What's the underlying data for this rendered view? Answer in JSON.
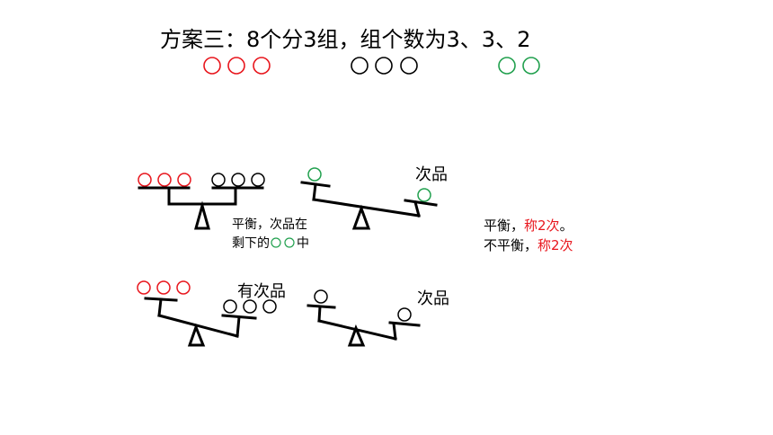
{
  "title": "方案三：8个分3组，组个数为3、3、2",
  "colors": {
    "red": "#e8161d",
    "black": "#000000",
    "green": "#21a04e",
    "bg": "#ffffff"
  },
  "groups": [
    {
      "name": "red-group",
      "count": 3,
      "color": "#e8161d"
    },
    {
      "name": "black-group",
      "count": 3,
      "color": "#000000"
    },
    {
      "name": "green-group",
      "count": 2,
      "color": "#21a04e"
    }
  ],
  "labels": {
    "defect_1": "次品",
    "defect_2": "有次品",
    "defect_3": "次品"
  },
  "note_left": {
    "line1": "平衡，次品在",
    "line2_prefix": "剩下的",
    "line2_suffix": "中"
  },
  "note_right": {
    "line1_prefix": "平衡，",
    "line1_red": "称2次",
    "line1_suffix": "。",
    "line2_prefix": "不平衡，",
    "line2_red": "称2次"
  }
}
